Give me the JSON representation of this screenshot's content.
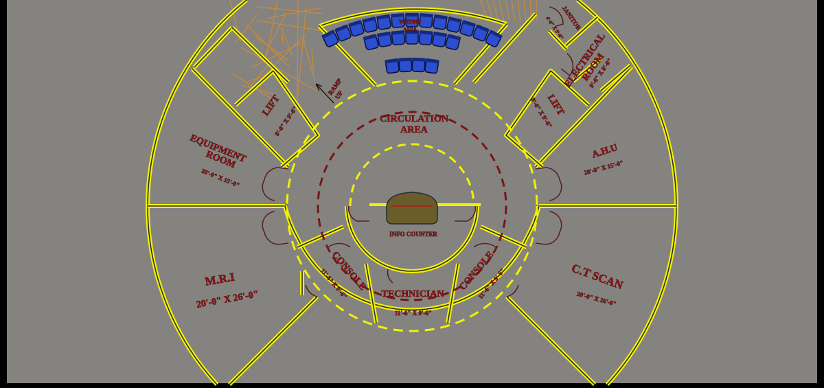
{
  "plan": {
    "rooms": {
      "janitor": {
        "label": "JANITOR",
        "dim": "4'-0\" X 5'-6\""
      },
      "electrical": {
        "label1": "ELECTRICAL",
        "label2": "ROOM",
        "dim": "9'-6\" X 8'-0\""
      },
      "lift_right": {
        "label": "LIFT",
        "dim": "8'-0\" X 9'-6\""
      },
      "lift_left": {
        "label": "LIFT",
        "dim": "8'-0\" X 9'-6\""
      },
      "ramp": {
        "label1": "RAMP",
        "label2": "UP"
      },
      "waiting": {
        "label1": "WAITING",
        "label2": "AREA"
      },
      "circulation": {
        "label1": "CIRCULATION",
        "label2": "AREA"
      },
      "equipment": {
        "label1": "EQUIPMENT",
        "label2": "ROOM",
        "dim": "20'-0\" X 15'-0\""
      },
      "ahu": {
        "label": "A.H.U",
        "dim": "20'-0\" X 15'-0\""
      },
      "mri": {
        "label": "M.R.I",
        "dim": "20'-0\" X 26'-0\""
      },
      "ct_scan": {
        "label": "C.T SCAN",
        "dim": "20'-0\" X 26'-0\""
      },
      "console_left": {
        "label": "CONSOLE",
        "dim": "11'-6\" X 9'-6\""
      },
      "technician": {
        "label": "TECHNICIAN",
        "dim": "11'-6\" X 9'-6\""
      },
      "console_right": {
        "label": "CONSOLE",
        "dim": "11'-6\" X 9'-6\""
      },
      "info_counter": {
        "label": "INFO COUNTER"
      }
    },
    "seating": {
      "row_counts": [
        13,
        7,
        4
      ]
    },
    "colors": {
      "background": "#848380",
      "walls": "#f2f200",
      "text": "#8e1414",
      "chairs": "#2b4fd0",
      "ramp": "#c48a3e"
    }
  }
}
